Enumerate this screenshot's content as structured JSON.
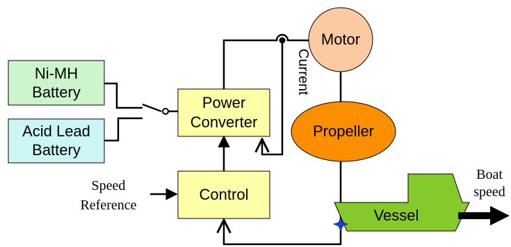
{
  "blocks": {
    "nimh_battery": {
      "line1": "Ni-MH",
      "line2": "Battery"
    },
    "acid_lead_battery": {
      "line1": "Acid Lead",
      "line2": "Battery"
    },
    "power_converter": {
      "line1": "Power",
      "line2": "Converter"
    },
    "control": {
      "label": "Control"
    },
    "motor": {
      "label": "Motor"
    },
    "propeller": {
      "label": "Propeller"
    },
    "vessel": {
      "label": "Vessel"
    }
  },
  "signals": {
    "current": "Current",
    "speed_reference_line1": "Speed",
    "speed_reference_line2": "Reference",
    "boat_speed_line1": "Boat",
    "boat_speed_line2": "speed"
  },
  "colors": {
    "nimh_fill": "#ccf5cc",
    "acid_fill": "#ccf5f5",
    "converter_fill": "#ffffa8",
    "control_fill": "#ffffa8",
    "motor_fill": "#fbcaa3",
    "propeller_fill": "#fb8f00",
    "vessel_fill": "#86c92a",
    "junction_star": "#1f3fd6"
  }
}
